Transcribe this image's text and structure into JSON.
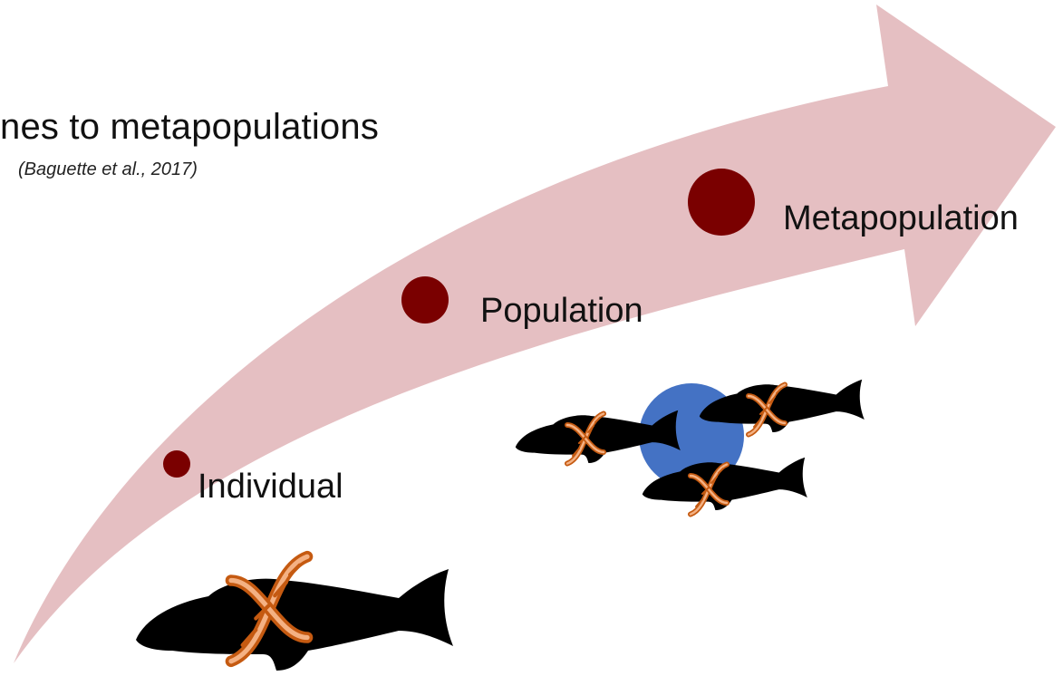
{
  "title": "nes to metapopulations",
  "citation": "(Baguette et al., 2017)",
  "levels": [
    {
      "label": "Individual"
    },
    {
      "label": "Population"
    },
    {
      "label": "Metapopulation"
    }
  ],
  "colors": {
    "arrow": "#e5bfc2",
    "node": "#7a0000",
    "fish": "#000000",
    "dna": "#c55a11",
    "population_circle": "#4472c4"
  },
  "icons": [
    "fish-silhouette-icon",
    "dna-helix-icon"
  ]
}
